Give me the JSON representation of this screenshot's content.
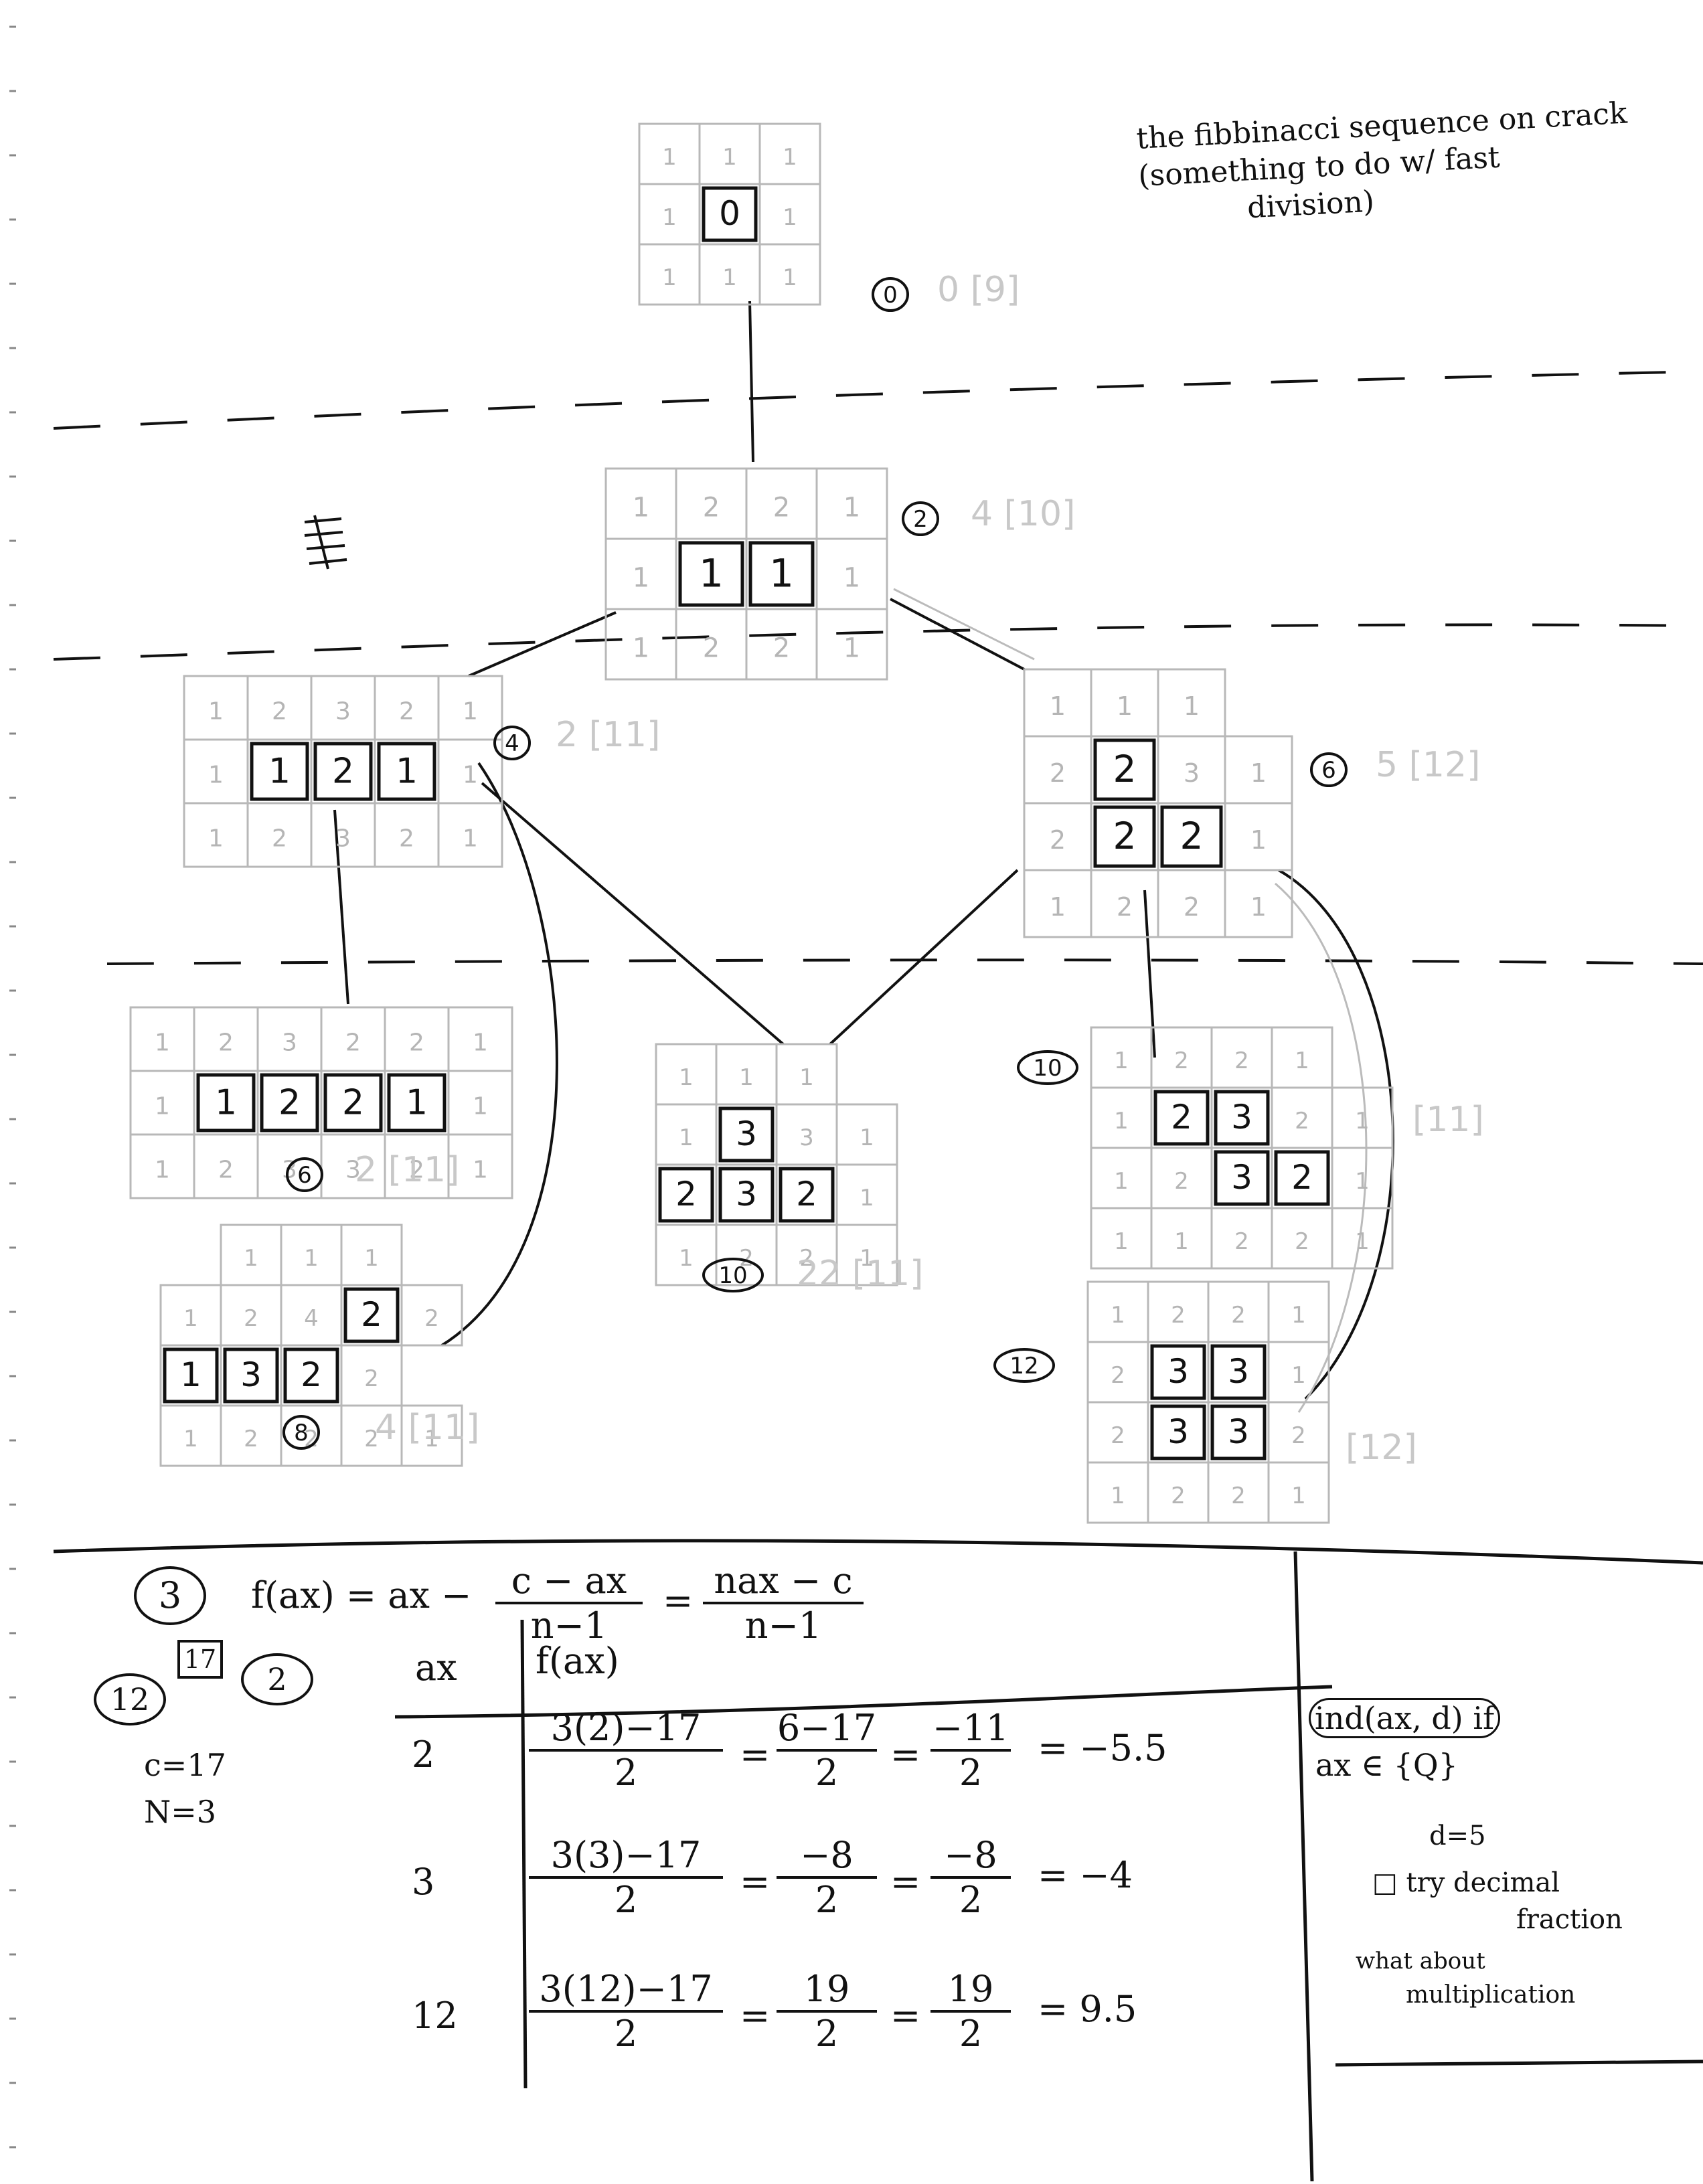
{
  "note": {
    "lines": [
      "the fibbinacci sequence on crack",
      "(something to do w/ fast",
      "division)"
    ]
  },
  "grids": [
    {
      "id": "g0",
      "label": "0",
      "faint": "0 [9]",
      "rows": [
        [
          "1",
          "1",
          "1"
        ],
        [
          "1",
          "0",
          "1"
        ],
        [
          "1",
          "1",
          "1"
        ]
      ],
      "highlight": [
        [
          1,
          1
        ]
      ]
    },
    {
      "id": "g2",
      "label": "2",
      "faint": "4 [10]",
      "rows": [
        [
          "1",
          "2",
          "2",
          "1"
        ],
        [
          "1",
          "1",
          "1",
          "1"
        ],
        [
          "1",
          "2",
          "2",
          "1"
        ]
      ],
      "highlight": [
        [
          1,
          1
        ],
        [
          1,
          2
        ]
      ]
    },
    {
      "id": "g4",
      "label": "4",
      "faint": "2 [11]",
      "rows": [
        [
          "1",
          "2",
          "3",
          "2",
          "1"
        ],
        [
          "1",
          "1",
          "2",
          "1",
          "1"
        ],
        [
          "1",
          "2",
          "3",
          "2",
          "1"
        ]
      ],
      "highlight": [
        [
          1,
          1
        ],
        [
          1,
          2
        ],
        [
          1,
          3
        ]
      ]
    },
    {
      "id": "g6a",
      "label": "6",
      "faint": "5 [12]",
      "rows": [
        [
          "1",
          "1",
          "1",
          ""
        ],
        [
          "2",
          "2",
          "3",
          "1"
        ],
        [
          "2",
          "2",
          "2",
          "1"
        ],
        [
          "1",
          "2",
          "2",
          "1"
        ]
      ],
      "highlight": [
        [
          1,
          1
        ],
        [
          2,
          1
        ],
        [
          2,
          2
        ]
      ]
    },
    {
      "id": "g6b",
      "label": "6",
      "faint": "2 [11]",
      "rows": [
        [
          "1",
          "2",
          "3",
          "2",
          "2",
          "1"
        ],
        [
          "1",
          "1",
          "2",
          "2",
          "1",
          "1"
        ],
        [
          "1",
          "2",
          "3",
          "3",
          "2",
          "1"
        ]
      ],
      "highlight": [
        [
          1,
          1
        ],
        [
          1,
          2
        ],
        [
          1,
          3
        ],
        [
          1,
          4
        ]
      ]
    },
    {
      "id": "g10a",
      "label": "10",
      "faint": "22 [11]",
      "rows": [
        [
          "1",
          "1",
          "1",
          ""
        ],
        [
          "1",
          "3",
          "3",
          "1"
        ],
        [
          "2",
          "3",
          "2",
          "1"
        ],
        [
          "1",
          "2",
          "2",
          "1"
        ]
      ],
      "highlight": [
        [
          1,
          1
        ],
        [
          2,
          0
        ],
        [
          2,
          1
        ],
        [
          2,
          2
        ]
      ]
    },
    {
      "id": "g10b",
      "label": "10",
      "faint": "[11]",
      "rows": [
        [
          "1",
          "2",
          "2",
          "1",
          ""
        ],
        [
          "1",
          "2",
          "3",
          "2",
          "1"
        ],
        [
          "1",
          "2",
          "3",
          "2",
          "1"
        ],
        [
          "1",
          "1",
          "2",
          "2",
          "1"
        ]
      ],
      "highlight": [
        [
          1,
          1
        ],
        [
          1,
          2
        ],
        [
          2,
          2
        ],
        [
          2,
          3
        ]
      ]
    },
    {
      "id": "g8",
      "label": "8",
      "faint": "4 [11]",
      "rows": [
        [
          "",
          "1",
          "1",
          "1",
          ""
        ],
        [
          "1",
          "2",
          "4",
          "2",
          "2"
        ],
        [
          "1",
          "3",
          "2",
          "2",
          ""
        ],
        [
          "1",
          "2",
          "2",
          "2",
          "1"
        ]
      ],
      "highlight": [
        [
          1,
          3
        ],
        [
          2,
          0
        ],
        [
          2,
          1
        ],
        [
          2,
          2
        ]
      ]
    },
    {
      "id": "g12",
      "label": "12",
      "faint": "[12]",
      "rows": [
        [
          "1",
          "2",
          "2",
          "1"
        ],
        [
          "2",
          "3",
          "3",
          "1"
        ],
        [
          "2",
          "3",
          "3",
          "2"
        ],
        [
          "1",
          "2",
          "2",
          "1"
        ]
      ],
      "highlight": [
        [
          1,
          1
        ],
        [
          1,
          2
        ],
        [
          2,
          1
        ],
        [
          2,
          2
        ]
      ]
    }
  ],
  "formula": {
    "circled": "3",
    "lhs": "f(ax) = ax −",
    "frac1_num": "c − ax",
    "frac1_den": "n−1",
    "equals": "=",
    "frac2_num": "nax − c",
    "frac2_den": "n−1"
  },
  "side": {
    "circle_left": "12",
    "boxed": "17",
    "circle_right": "2",
    "c_line": "c=17",
    "n_line": "N=3"
  },
  "table": {
    "col_x": "ax",
    "col_f": "f(ax)",
    "rows": [
      {
        "x": "2",
        "expr_num": "3(2)−17",
        "expr_den": "2",
        "s1_num": "6−17",
        "s1_den": "2",
        "s2_num": "−11",
        "s2_den": "2",
        "result": "= −5.5"
      },
      {
        "x": "3",
        "expr_num": "3(3)−17",
        "expr_den": "2",
        "s1_num": "−8",
        "s1_den": "2",
        "s2_num": "−8",
        "s2_den": "2",
        "result": "= −4"
      },
      {
        "x": "12",
        "expr_num": "3(12)−17",
        "expr_den": "2",
        "s1_num": "19",
        "s1_den": "2",
        "s2_num": "19",
        "s2_den": "2",
        "result": "= 9.5"
      }
    ]
  },
  "notes_right": {
    "line1": "ind(ax, d) if",
    "line2": "ax ∈ {Q}",
    "line3": "d=5",
    "line4": "□ try decimal",
    "line5": "fraction",
    "line6": "what about",
    "line7": "multiplication"
  }
}
